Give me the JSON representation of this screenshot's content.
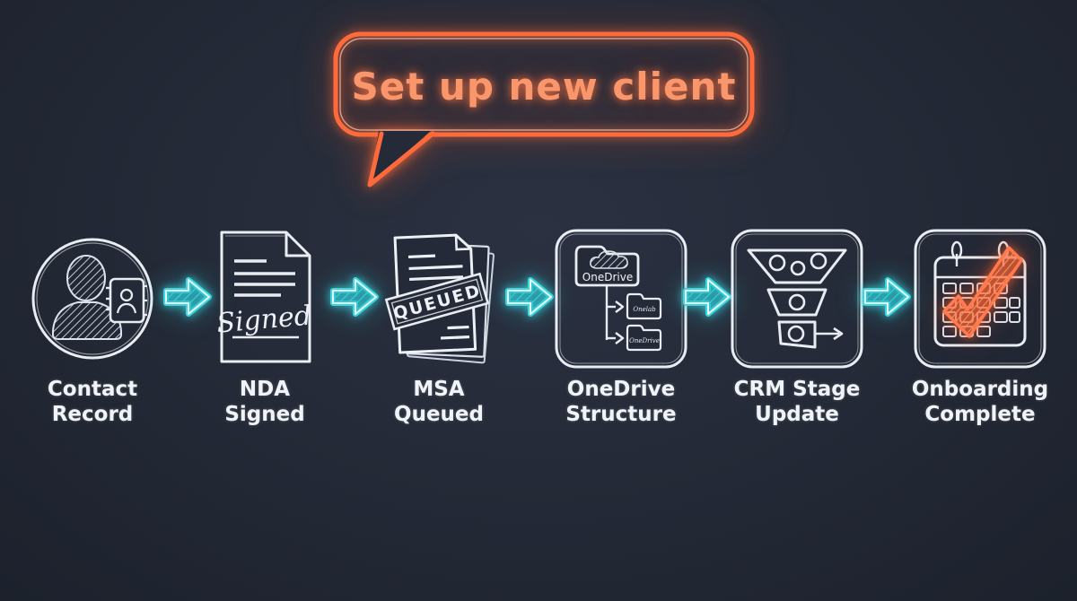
{
  "colors": {
    "background": "#242a37",
    "sketch_white": "#e9ecf2",
    "arrow_cyan": "#3ed8e2",
    "neon_orange": "#ff6a3d",
    "bubble_text_color": "#f9966c",
    "label_color": "#f0f3f8"
  },
  "bubble": {
    "text": "Set up new client"
  },
  "arrow": {
    "icon": "arrow-right-icon"
  },
  "steps": [
    {
      "name": "contact-record",
      "icon": "person-address-book-icon",
      "label": [
        "Contact",
        "Record"
      ]
    },
    {
      "name": "nda-signed",
      "icon": "signed-document-icon",
      "label": [
        "NDA",
        "Signed"
      ],
      "signature_text": "Signed"
    },
    {
      "name": "msa-queued",
      "icon": "stacked-documents-stamp-icon",
      "label": [
        "MSA",
        "Queued"
      ],
      "stamp_text": "QUEUED"
    },
    {
      "name": "onedrive-structure",
      "icon": "folder-tree-icon",
      "label": [
        "OneDrive",
        "Structure"
      ],
      "folder_label": "OneDrive",
      "subfolder_labels": [
        "Onelab",
        "OneDrive"
      ]
    },
    {
      "name": "crm-stage-update",
      "icon": "funnel-stages-icon",
      "label": [
        "CRM Stage",
        "Update"
      ]
    },
    {
      "name": "onboarding-complete",
      "icon": "calendar-check-icon",
      "label": [
        "Onboarding",
        "Complete"
      ]
    }
  ]
}
